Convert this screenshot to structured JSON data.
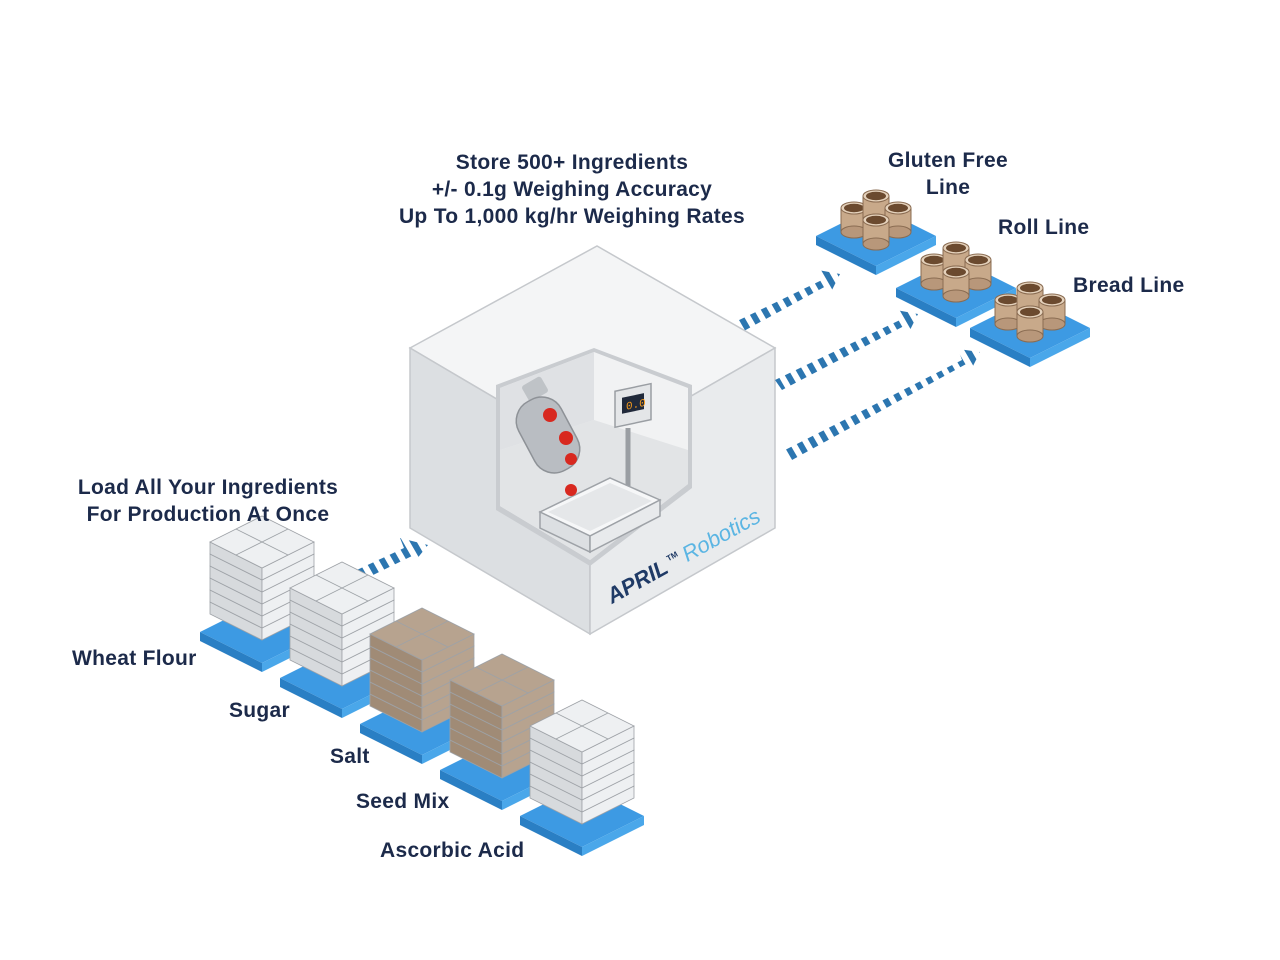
{
  "header": {
    "line1": "Store 500+ Ingredients",
    "line2": "+/- 0.1g Weighing Accuracy",
    "line3": "Up To 1,000 kg/hr Weighing Rates"
  },
  "load": {
    "line1": "Load All Your Ingredients",
    "line2": "For Production At Once"
  },
  "ingredients": [
    "Wheat Flour",
    "Sugar",
    "Salt",
    "Seed Mix",
    "Ascorbic Acid"
  ],
  "lines": {
    "gluten_free_1": "Gluten Free",
    "gluten_free_2": "Line",
    "roll": "Roll Line",
    "bread": "Bread Line"
  },
  "brand": {
    "april": "APRIL",
    "tm": "TM",
    "robotics": "Robotics"
  },
  "scale_display": "0.0",
  "colors": {
    "text": "#1c2a4a",
    "pallet": "#3d9ae3",
    "arrow_dark": "#1f5f93",
    "arrow_light": "#6fb6e8",
    "brand_blue": "#5bb5e3",
    "ball": "#d8281f",
    "bag_white": "#eef0f2",
    "bag_tan": "#b7a38f",
    "drum": "#c8a98a"
  }
}
